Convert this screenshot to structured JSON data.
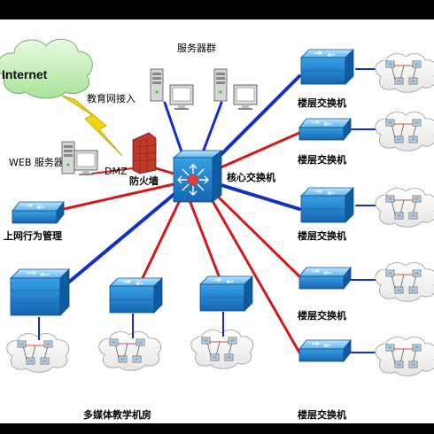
{
  "labels": {
    "internet": "Internet",
    "edu_access": "教育网接入",
    "server_group": "服务器群",
    "web_server": "WEB 服务器",
    "dmz": "DMZ",
    "firewall": "防火墙",
    "core_switch": "核心交换机",
    "behavior_mgmt": "上网行为管理",
    "floor_switch": "楼层交换机",
    "multimedia_room": "多媒体教学机房"
  },
  "colors": {
    "background": "#ffffff",
    "frame": "#000000",
    "uplink_blue": "#1230c8",
    "uplink_red": "#d21a1a",
    "switch_blue": "#2a8fd6",
    "cloud_fill": "#c8f0c0",
    "lightning": "#f2d800"
  },
  "icons": {
    "core_switch": "core-switch-icon",
    "switch": "workgroup-switch-icon",
    "server": "tower-server-icon",
    "monitor": "monitor-icon",
    "firewall": "brick-firewall-icon",
    "cloud": "lan-cloud-icon",
    "lightning": "lightning-link-icon"
  }
}
